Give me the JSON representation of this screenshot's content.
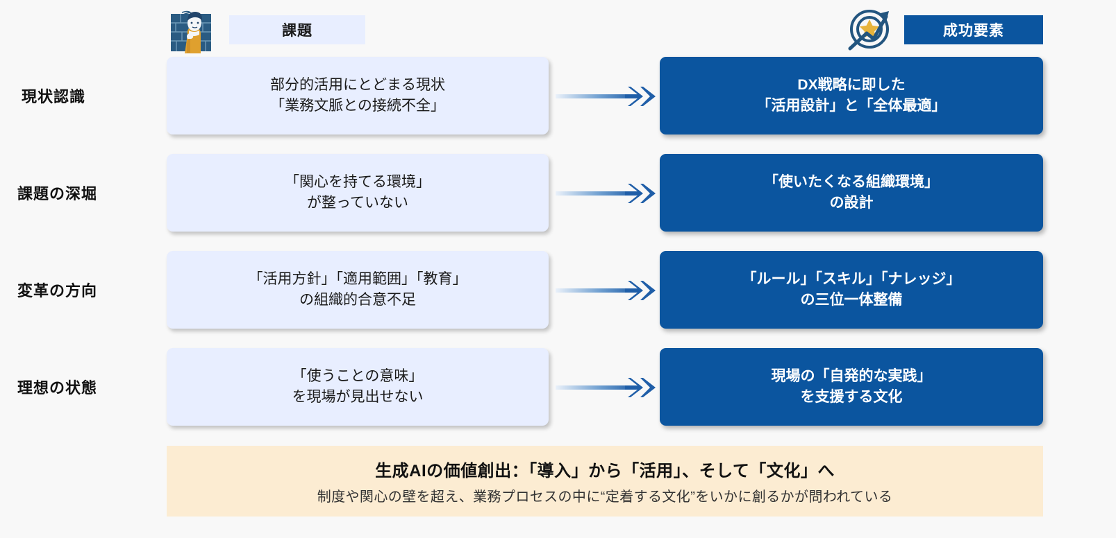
{
  "header": {
    "challenge_icon": "worried-person-brick-wall-icon",
    "challenge_label": "課題",
    "success_icon": "target-star-arrow-icon",
    "success_label": "成功要素"
  },
  "colors": {
    "page_bg": "#f8f8f8",
    "left_card_bg": "#e8eeff",
    "right_card_bg": "#0b559f",
    "banner_bg": "#fcecd2",
    "arrow_dark": "#1f5ea8",
    "arrow_light": "#e9f0fa",
    "icon_gold": "#e8b43c",
    "icon_navy": "#23557f"
  },
  "rows": [
    {
      "label": "現状認識",
      "challenge": {
        "line1": "部分的活用にとどまる現状",
        "line2": "「業務文脈との接続不全」"
      },
      "arrow": "right-arrow-icon",
      "success": {
        "line1": "DX戦略に即した",
        "line2": "「活用設計」と「全体最適」"
      }
    },
    {
      "label": "課題の深堀",
      "challenge": {
        "line1": "「関心を持てる環境」",
        "line2": "が整っていない"
      },
      "arrow": "right-arrow-icon",
      "success": {
        "line1": "「使いたくなる組織環境」",
        "line2": "の設計"
      }
    },
    {
      "label": "変革の方向",
      "challenge": {
        "line1": "「活用方針」「適用範囲」「教育」",
        "line2": "の組織的合意不足"
      },
      "arrow": "right-arrow-icon",
      "success": {
        "line1": "「ルール」「スキル」「ナレッジ」",
        "line2": "の三位一体整備"
      }
    },
    {
      "label": "理想の状態",
      "challenge": {
        "line1": "「使うことの意味」",
        "line2": "を現場が見出せない"
      },
      "arrow": "right-arrow-icon",
      "success": {
        "line1": "現場の「自発的な実践」",
        "line2": "を支援する文化"
      }
    }
  ],
  "banner": {
    "title": "生成AIの価値創出：「導入」から「活用」、そして「文化」へ",
    "subtitle": "制度や関心の壁を超え、業務プロセスの中に“定着する文化”をいかに創るかが問われている"
  }
}
